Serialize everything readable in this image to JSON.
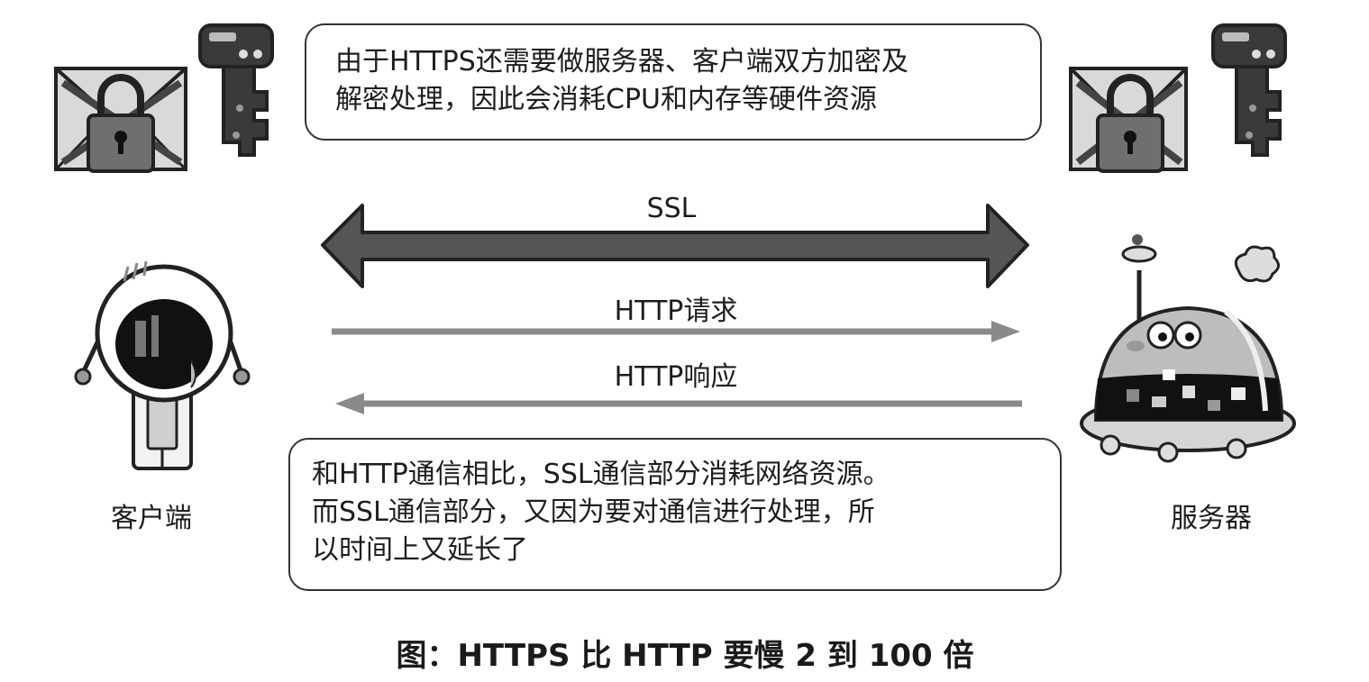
{
  "callouts": {
    "top": {
      "line1": "由于HTTPS还需要做服务器、客户端双方加密及",
      "line2": "解密处理，因此会消耗CPU和内存等硬件资源"
    },
    "bottom": {
      "line1": "和HTTP通信相比，SSL通信部分消耗网络资源。",
      "line2": "而SSL通信部分，又因为要对通信进行处理，所",
      "line3": "以时间上又延长了"
    }
  },
  "arrows": {
    "ssl": "SSL",
    "request": "HTTP请求",
    "response": "HTTP响应"
  },
  "actors": {
    "client": "客户端",
    "server": "服务器"
  },
  "caption": "图：HTTPS 比 HTTP 要慢 2 到 100 倍",
  "colors": {
    "ink": "#222222",
    "ssl_arrow": "#555555",
    "http_arrow": "#8a8a8a",
    "envelope": "#d9d9d9",
    "lock": "#6f6f6f",
    "key": "#3a3a3a",
    "robot_face": "#111111",
    "dome": "#bdbdbd"
  }
}
